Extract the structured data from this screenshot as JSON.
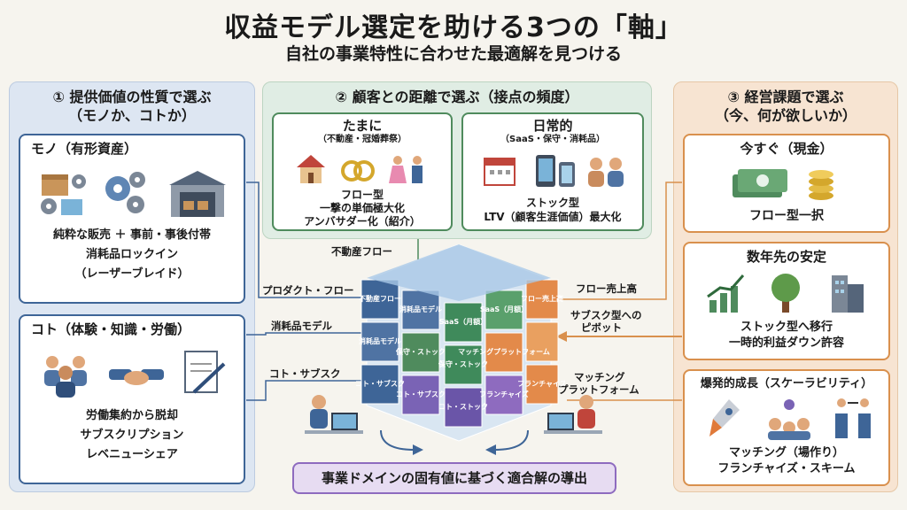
{
  "title": "収益モデル選定を助ける3つの「軸」",
  "subtitle": "自社の事業特性に合わせた最適解を見つける",
  "left": {
    "heading1": "① 提供価値の性質で選ぶ",
    "heading2": "（モノか、コトか）",
    "mono": {
      "title": "モノ（有形資産）",
      "lines": [
        "純粋な販売 ＋ 事前・事後付帯",
        "消耗品ロックイン",
        "（レーザーブレイド）"
      ]
    },
    "koto": {
      "title": "コト（体験・知識・労働）",
      "lines": [
        "労働集約から脱却",
        "サブスクリプション",
        "レベニューシェア"
      ]
    }
  },
  "middle": {
    "heading": "② 顧客との距離で選ぶ（接点の頻度）",
    "tamani": {
      "title": "たまに",
      "sub": "（不動産・冠婚葬祭）",
      "lines": [
        "フロー型",
        "一撃の単価極大化",
        "アンバサダー化（紹介）"
      ]
    },
    "nichijo": {
      "title": "日常的",
      "sub": "（SaaS・保守・消耗品）",
      "lines": [
        "ストック型",
        "LTV（顧客生涯価値）最大化"
      ]
    }
  },
  "right": {
    "heading1": "③ 経営課題で選ぶ",
    "heading2": "（今、何が欲しいか）",
    "cards": [
      {
        "title": "今すぐ（現金）",
        "lines": [
          "フロー型一択"
        ]
      },
      {
        "title": "数年先の安定",
        "lines": [
          "ストック型へ移行",
          "一時的利益ダウン許容"
        ]
      },
      {
        "title": "爆発的成長（スケーラビリティ）",
        "lines": [
          "マッチング（場作り）",
          "フランチャイズ・スキーム"
        ]
      }
    ]
  },
  "connectors": {
    "fudosan": "不動産フロー",
    "product": "プロダクト・フロー",
    "shomohin": "消耗品モデル",
    "koto_sub": "コト・サブスク",
    "flow_sales": "フロー売上高",
    "pivot1": "サブスク型への",
    "pivot2": "ピボット",
    "match1": "マッチング",
    "match2": "プラットフォーム"
  },
  "cube": {
    "top": [
      "不動産フロー",
      "消耗品モデル",
      "SaaS（月額）",
      "SaaS（月額）"
    ],
    "mid": [
      "消耗品モデル",
      "保守・ストック",
      "保守・ストック",
      "マッチングプラットフォーム"
    ],
    "low": [
      "コト・サブスク",
      "コト・サブスク",
      "コト・ストック",
      "フランチャイズ"
    ],
    "right": [
      "フロー売上高",
      "フランチャイズ"
    ]
  },
  "bottom": "事業ドメインの固有値に基づく適合解の導出",
  "colors": {
    "blue": "#3e6597",
    "green": "#4f8b5d",
    "orange": "#d9904d",
    "purple": "#8e6bbf"
  }
}
